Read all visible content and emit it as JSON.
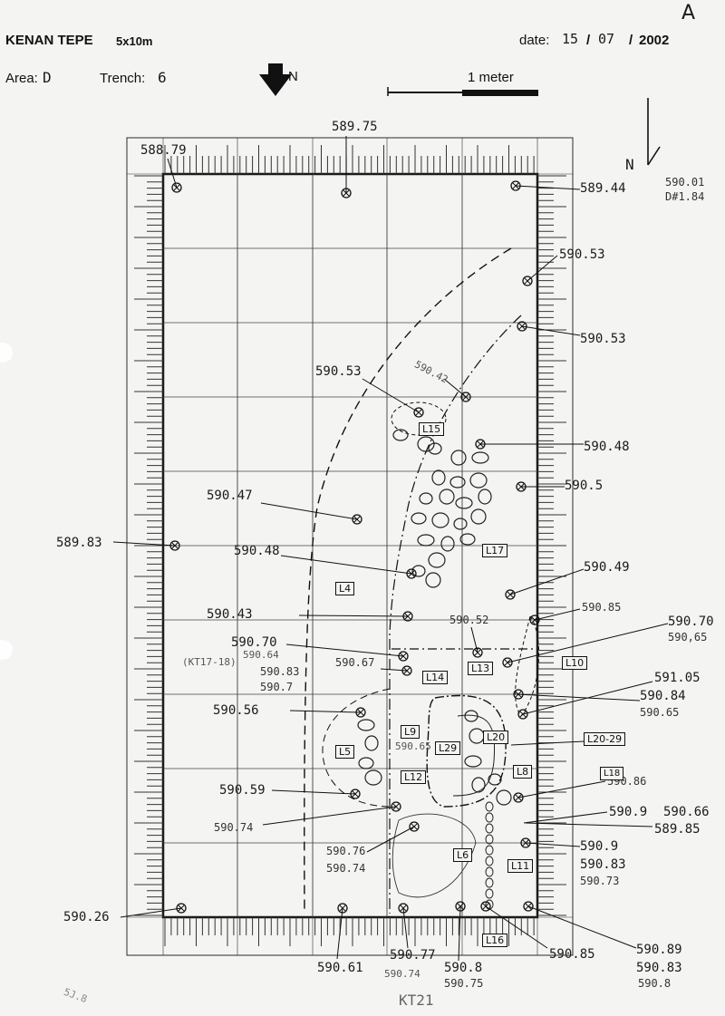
{
  "corner_letter": "A",
  "header": {
    "site": "KENAN TEPE",
    "size": "5x10m",
    "area_label": "Area:",
    "area_value": "D",
    "trench_label": "Trench:",
    "trench_value": "6",
    "date_label": "date:",
    "date_day": "15",
    "date_month": "07",
    "date_year": "2002",
    "slash": "/",
    "north_label": "N",
    "scale_label": "1 meter"
  },
  "north_arrow_right": "N",
  "elevations": {
    "top_left": "588.79",
    "top_mid": "589.75",
    "top_right": "589.44",
    "top_right_note1": "590.01",
    "top_right_note2": "D#1.84",
    "e590_53a": "590.53",
    "e590_53b": "590.53",
    "e590_53c": "590.53",
    "e590_42": "590.42",
    "e590_48a": "590.48",
    "e590_5": "590.5",
    "e590_47": "590.47",
    "e589_83": "589.83",
    "e590_48b": "590.48",
    "e590_49": "590.49",
    "e590_85a": "590.85",
    "e590_43": "590.43",
    "e590_52": "590.52",
    "e590_70a": "590.70",
    "e590_65a": "590,65",
    "e590_70b": "590.70",
    "e590_64": "590.64",
    "kt17": "(KT17-18)",
    "e590_67": "590.67",
    "e590_83a": "590.83",
    "e590_7": "590.7",
    "e591_05": "591.05",
    "e590_84": "590.84",
    "e590_65b": "590.65",
    "e590_56": "590.56",
    "e590_65c": "590.65",
    "e590_86": "590.86",
    "e590_59": "590.59",
    "e590_9a": "590.9",
    "e590_66": "590.66",
    "e590_74a": "590.74",
    "e589_85": "589.85",
    "e590_76": "590.76",
    "e590_74b": "590.74",
    "e590_9b": "590.9",
    "e590_83b": "590.83",
    "e590_73": "590.73",
    "e590_26": "590.26",
    "e590_61": "590.61",
    "e590_77": "590.77",
    "e590_74c": "590.74",
    "e590_8": "590.8",
    "e590_75": "590.75",
    "e590_85b": "590.85",
    "e590_89": "590.89",
    "e590_83c": "590.83",
    "e590_8b": "590.8",
    "kt21": "KT21",
    "bottom_left_faint": "5J.8"
  },
  "loci": {
    "L15": "L15",
    "L17": "L17",
    "L4": "L4",
    "L10": "L10",
    "L13": "L13",
    "L14": "L14",
    "L20_29": "L20-29",
    "L9": "L9",
    "L29": "L29",
    "L20": "L20",
    "L5": "L5",
    "L12": "L12",
    "L8": "L8",
    "L18": "L18",
    "L6": "L6",
    "L11": "L11",
    "L16": "L16"
  }
}
